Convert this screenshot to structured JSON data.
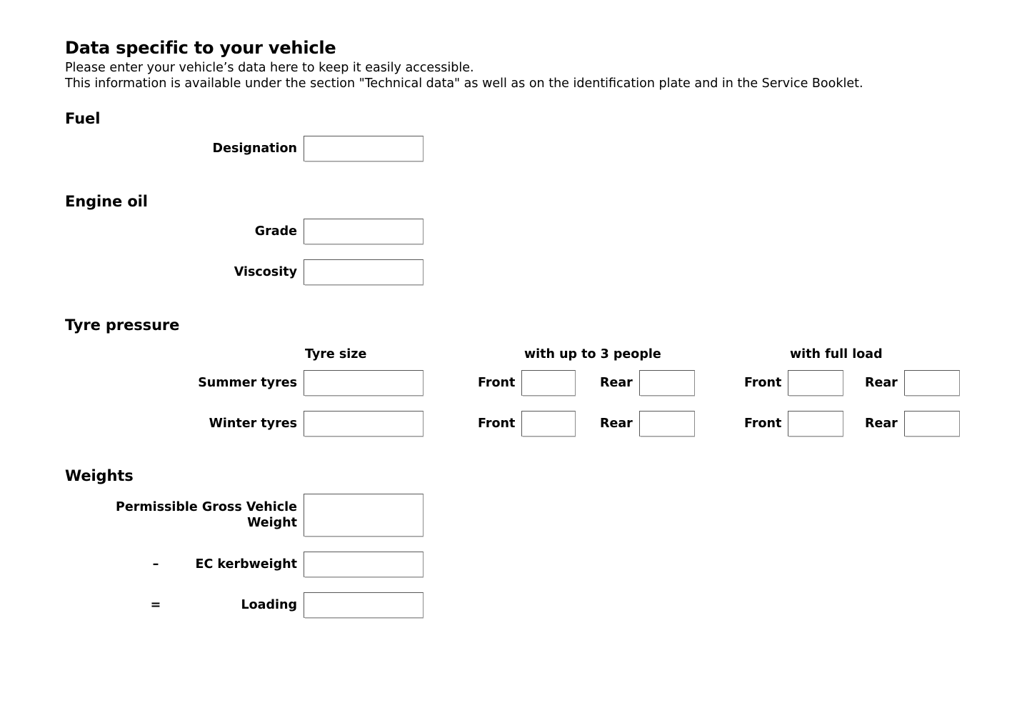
{
  "document": {
    "title": "Data specific to your vehicle",
    "intro_line_1": "Please enter your vehicle’s data here to keep it easily accessible.",
    "intro_line_2": "This information is available under the section \"Technical data\" as well as on the identification plate and in the Service Booklet."
  },
  "sections": {
    "fuel": {
      "heading": "Fuel",
      "fields": [
        {
          "label": "Designation",
          "value": ""
        }
      ]
    },
    "engine_oil": {
      "heading": "Engine oil",
      "fields": [
        {
          "label": "Grade",
          "value": ""
        },
        {
          "label": "Viscosity",
          "value": ""
        }
      ]
    },
    "tyre_pressure": {
      "heading": "Tyre pressure",
      "column_headers": {
        "tyre_size": "Tyre size",
        "partial_load": "with up to 3 people",
        "full_load": "with full load"
      },
      "axle_labels": {
        "front": "Front",
        "rear": "Rear"
      },
      "rows": [
        {
          "label": "Summer tyres",
          "tyre_size": "",
          "partial_load": {
            "front": "",
            "rear": ""
          },
          "full_load": {
            "front": "",
            "rear": ""
          }
        },
        {
          "label": "Winter tyres",
          "tyre_size": "",
          "partial_load": {
            "front": "",
            "rear": ""
          },
          "full_load": {
            "front": "",
            "rear": ""
          }
        }
      ]
    },
    "weights": {
      "heading": "Weights",
      "rows": [
        {
          "operator": "",
          "label": "Permissible Gross Vehicle\nWeight",
          "value": ""
        },
        {
          "operator": "–",
          "label": "EC kerbweight",
          "value": ""
        },
        {
          "operator": "=",
          "label": "Loading",
          "value": ""
        }
      ]
    }
  }
}
